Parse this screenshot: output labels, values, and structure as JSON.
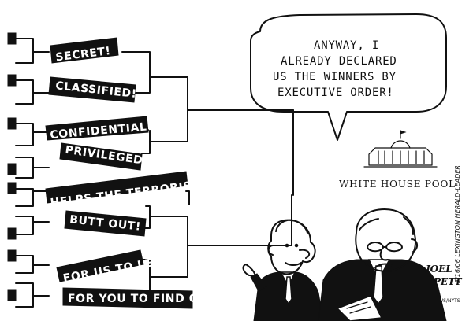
{
  "bracket": {
    "entries": [
      "SECRET!",
      "CLASSIFIED!",
      "CONFIDENTIAL!",
      "PRIVILEGED!",
      "HELPS THE TERRORISTS!",
      "BUTT OUT!",
      "FOR US TO LEAK",
      "FOR YOU TO FIND OUT"
    ]
  },
  "speech_bubble": {
    "lines": [
      "ANYWAY, I",
      "ALREADY DECLARED",
      "US THE WINNERS BY",
      "EXECUTIVE ORDER!"
    ]
  },
  "caption": {
    "sign": "WHITE HOUSE POOL"
  },
  "credits": {
    "vertical": "3/16/06 LEXINGTON HERALD-LEADER",
    "signature_line1": "JOEL",
    "signature_line2": "PETT",
    "syndicate": "CWS/NYTS"
  },
  "colors": {
    "ink": "#111111",
    "paper": "#ffffff"
  }
}
